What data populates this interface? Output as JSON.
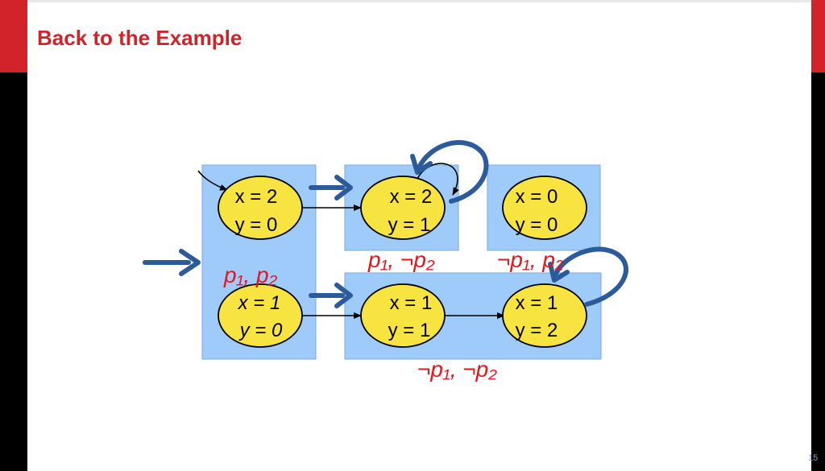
{
  "slide": {
    "title": "Back to the Example",
    "page_number": "15"
  },
  "colors": {
    "accent_red": "#d2232a",
    "region_fill": "#9fcbfa",
    "state_fill": "#f7e440",
    "arrow_blue": "#2c5b9b",
    "label_red": "#e8141b"
  },
  "states": [
    {
      "id": "s1",
      "x_line": "x = 2",
      "y_line": "y = 0"
    },
    {
      "id": "s2",
      "x_line": "x = 2",
      "y_line": "y = 1"
    },
    {
      "id": "s3",
      "x_line": "x = 0",
      "y_line": "y = 0"
    },
    {
      "id": "s4",
      "x_line": "x = 1",
      "y_line": "y = 0"
    },
    {
      "id": "s5",
      "x_line": "x = 1",
      "y_line": "y = 1"
    },
    {
      "id": "s6",
      "x_line": "x = 1",
      "y_line": "y = 2"
    }
  ],
  "region_labels": {
    "left": "p₁, p₂",
    "middle_top": "p₁, ¬p₂",
    "right_top": "¬p₁, p₂",
    "bottom": "¬p₁, ¬p₂"
  }
}
